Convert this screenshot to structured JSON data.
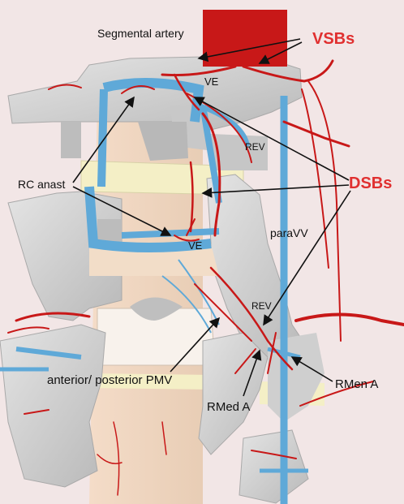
{
  "figure": {
    "labels": {
      "segmental_artery": "Segmental artery",
      "vsbs": "VSBs",
      "ve_top": "VE",
      "rev_top": "REV",
      "rc_anast": "RC anast",
      "dsbs": "DSBs",
      "paravv": "paraVV",
      "ve_mid": "VE",
      "rev_low": "REV",
      "pmv": "anterior/ posterior PMV",
      "rmen_a": "RMen A",
      "rmed_a": "RMed A"
    },
    "colors": {
      "background": "#f2e6e6",
      "bone": "#d3d3d3",
      "disc": "#f4efc6",
      "vein": "#5fa9d8",
      "artery": "#c81818",
      "highlight_label": "#e03030"
    }
  }
}
